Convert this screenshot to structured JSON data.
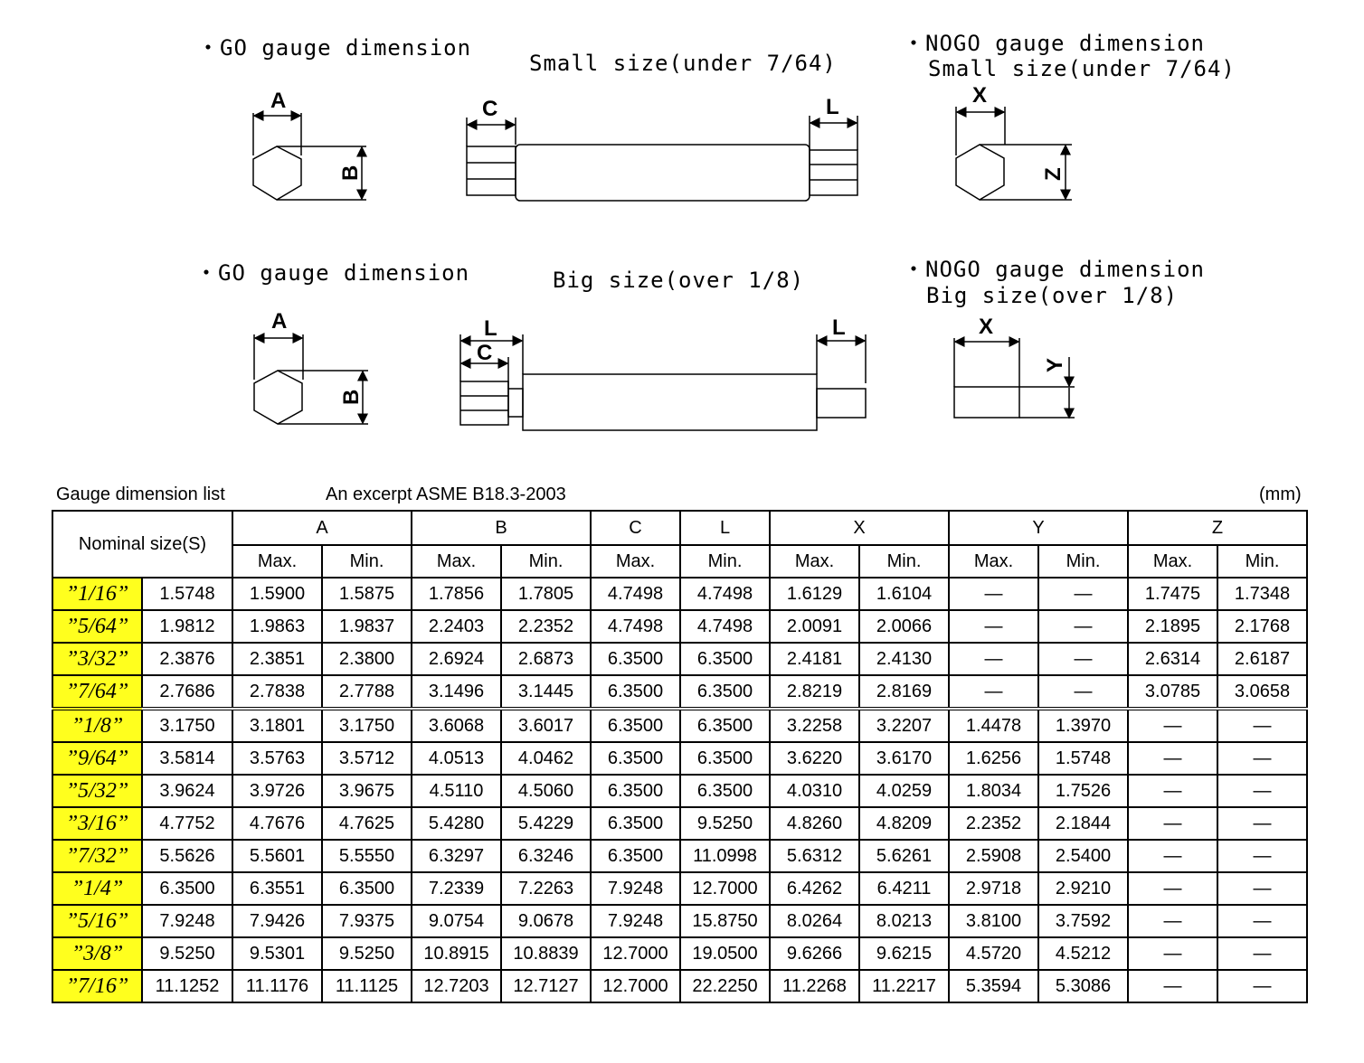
{
  "diagrams": {
    "go_small": {
      "heading": "・GO gauge dimension",
      "labels": {
        "a": "A",
        "b": "B"
      }
    },
    "small_title": "Small size(under 7/64)",
    "small_body": {
      "labels": {
        "c": "C",
        "l": "L"
      }
    },
    "nogo_small": {
      "heading": "・NOGO gauge dimension",
      "subheading": "Small size(under 7/64)",
      "labels": {
        "x": "X",
        "z": "Z"
      }
    },
    "go_big": {
      "heading": "・GO gauge dimension",
      "labels": {
        "a": "A",
        "b": "B"
      }
    },
    "big_title": "Big size(over 1/8)",
    "big_body": {
      "labels": {
        "l1": "L",
        "c": "C",
        "l2": "L"
      }
    },
    "nogo_big": {
      "heading": "・NOGO gauge dimension",
      "subheading": "Big size(over 1/8)",
      "labels": {
        "x": "X",
        "y": "Y"
      }
    }
  },
  "table": {
    "caption": "Gauge dimension list",
    "source": "An excerpt ASME B18.3-2003",
    "unit": "(mm)",
    "nominal_header": "Nominal size(S)",
    "groups": [
      {
        "name": "A",
        "subs": [
          "Max.",
          "Min."
        ]
      },
      {
        "name": "B",
        "subs": [
          "Max.",
          "Min."
        ]
      },
      {
        "name": "C",
        "subs": [
          "Max."
        ]
      },
      {
        "name": "L",
        "subs": [
          "Min."
        ]
      },
      {
        "name": "X",
        "subs": [
          "Max.",
          "Min."
        ]
      },
      {
        "name": "Y",
        "subs": [
          "Max.",
          "Min."
        ]
      },
      {
        "name": "Z",
        "subs": [
          "Max.",
          "Min."
        ]
      }
    ],
    "rows": [
      {
        "size": "”1/16”",
        "s": "1.5748",
        "cells": [
          "1.5900",
          "1.5875",
          "1.7856",
          "1.7805",
          "4.7498",
          "4.7498",
          "1.6129",
          "1.6104",
          "—",
          "—",
          "1.7475",
          "1.7348"
        ]
      },
      {
        "size": "”5/64”",
        "s": "1.9812",
        "cells": [
          "1.9863",
          "1.9837",
          "2.2403",
          "2.2352",
          "4.7498",
          "4.7498",
          "2.0091",
          "2.0066",
          "—",
          "—",
          "2.1895",
          "2.1768"
        ]
      },
      {
        "size": "”3/32”",
        "s": "2.3876",
        "cells": [
          "2.3851",
          "2.3800",
          "2.6924",
          "2.6873",
          "6.3500",
          "6.3500",
          "2.4181",
          "2.4130",
          "—",
          "—",
          "2.6314",
          "2.6187"
        ]
      },
      {
        "size": "”7/64”",
        "s": "2.7686",
        "cells": [
          "2.7838",
          "2.7788",
          "3.1496",
          "3.1445",
          "6.3500",
          "6.3500",
          "2.8219",
          "2.8169",
          "—",
          "—",
          "3.0785",
          "3.0658"
        ]
      },
      {
        "size": "”1/8”",
        "s": "3.1750",
        "cells": [
          "3.1801",
          "3.1750",
          "3.6068",
          "3.6017",
          "6.3500",
          "6.3500",
          "3.2258",
          "3.2207",
          "1.4478",
          "1.3970",
          "—",
          "—"
        ]
      },
      {
        "size": "”9/64”",
        "s": "3.5814",
        "cells": [
          "3.5763",
          "3.5712",
          "4.0513",
          "4.0462",
          "6.3500",
          "6.3500",
          "3.6220",
          "3.6170",
          "1.6256",
          "1.5748",
          "—",
          "—"
        ]
      },
      {
        "size": "”5/32”",
        "s": "3.9624",
        "cells": [
          "3.9726",
          "3.9675",
          "4.5110",
          "4.5060",
          "6.3500",
          "6.3500",
          "4.0310",
          "4.0259",
          "1.8034",
          "1.7526",
          "—",
          "—"
        ]
      },
      {
        "size": "”3/16”",
        "s": "4.7752",
        "cells": [
          "4.7676",
          "4.7625",
          "5.4280",
          "5.4229",
          "6.3500",
          "9.5250",
          "4.8260",
          "4.8209",
          "2.2352",
          "2.1844",
          "—",
          "—"
        ]
      },
      {
        "size": "”7/32”",
        "s": "5.5626",
        "cells": [
          "5.5601",
          "5.5550",
          "6.3297",
          "6.3246",
          "6.3500",
          "11.0998",
          "5.6312",
          "5.6261",
          "2.5908",
          "2.5400",
          "—",
          "—"
        ]
      },
      {
        "size": "”1/4”",
        "s": "6.3500",
        "cells": [
          "6.3551",
          "6.3500",
          "7.2339",
          "7.2263",
          "7.9248",
          "12.7000",
          "6.4262",
          "6.4211",
          "2.9718",
          "2.9210",
          "—",
          "—"
        ]
      },
      {
        "size": "”5/16”",
        "s": "7.9248",
        "cells": [
          "7.9426",
          "7.9375",
          "9.0754",
          "9.0678",
          "7.9248",
          "15.8750",
          "8.0264",
          "8.0213",
          "3.8100",
          "3.7592",
          "—",
          "—"
        ]
      },
      {
        "size": "”3/8”",
        "s": "9.5250",
        "cells": [
          "9.5301",
          "9.5250",
          "10.8915",
          "10.8839",
          "12.7000",
          "19.0500",
          "9.6266",
          "9.6215",
          "4.5720",
          "4.5212",
          "—",
          "—"
        ]
      },
      {
        "size": "”7/16”",
        "s": "11.1252",
        "cells": [
          "11.1176",
          "11.1125",
          "12.7203",
          "12.7127",
          "12.7000",
          "22.2250",
          "11.2268",
          "11.2217",
          "5.3594",
          "5.3086",
          "—",
          "—"
        ]
      }
    ],
    "highlight_color": "#ffff1e"
  }
}
